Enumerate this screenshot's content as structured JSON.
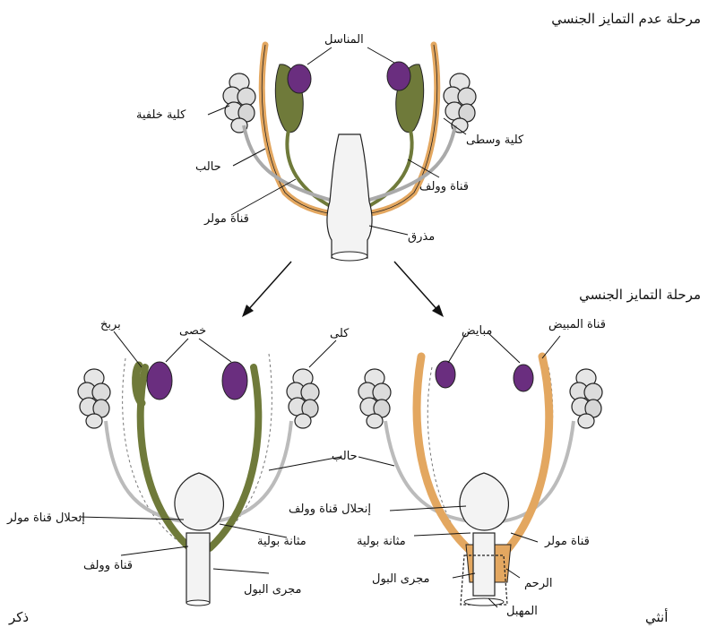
{
  "headings": {
    "indifferent": "مرحلة عدم التمايز الجنسي",
    "differentiated": "مرحلة التمايز الجنسي"
  },
  "top": {
    "gonads": "المناسل",
    "metanephros": "كلية خلفية",
    "mesonephros": "كلية وسطى",
    "ureter": "حالب",
    "wolffian_duct": "قناة وولف",
    "mullerian_duct": "قناة مولر",
    "cloaca": "مذرق"
  },
  "male": {
    "epididymis": "بربخ",
    "testes": "خصى",
    "kidneys": "كلى",
    "ureter": "حالب",
    "mullerian_regression": "إنحلال قناة مولر",
    "bladder": "مثانة بولية",
    "wolffian_duct": "قناة وولف",
    "urethra": "مجرى البول",
    "sex": "ذكر"
  },
  "female": {
    "oviduct": "قناة المبيض",
    "ovaries": "مبايض",
    "wolffian_regression": "إنحلال قناة وولف",
    "bladder": "مثانة بولية",
    "mullerian_duct": "قناة مولر",
    "urethra": "مجرى البول",
    "uterus": "الرحم",
    "vagina": "المهبل",
    "sex": "أنثي"
  },
  "colors": {
    "gonad": "#6a2e7f",
    "wolffian": "#6f7a3a",
    "mullerian": "#e3a760",
    "kidney": "#d9d9d9",
    "outline": "#222222"
  }
}
